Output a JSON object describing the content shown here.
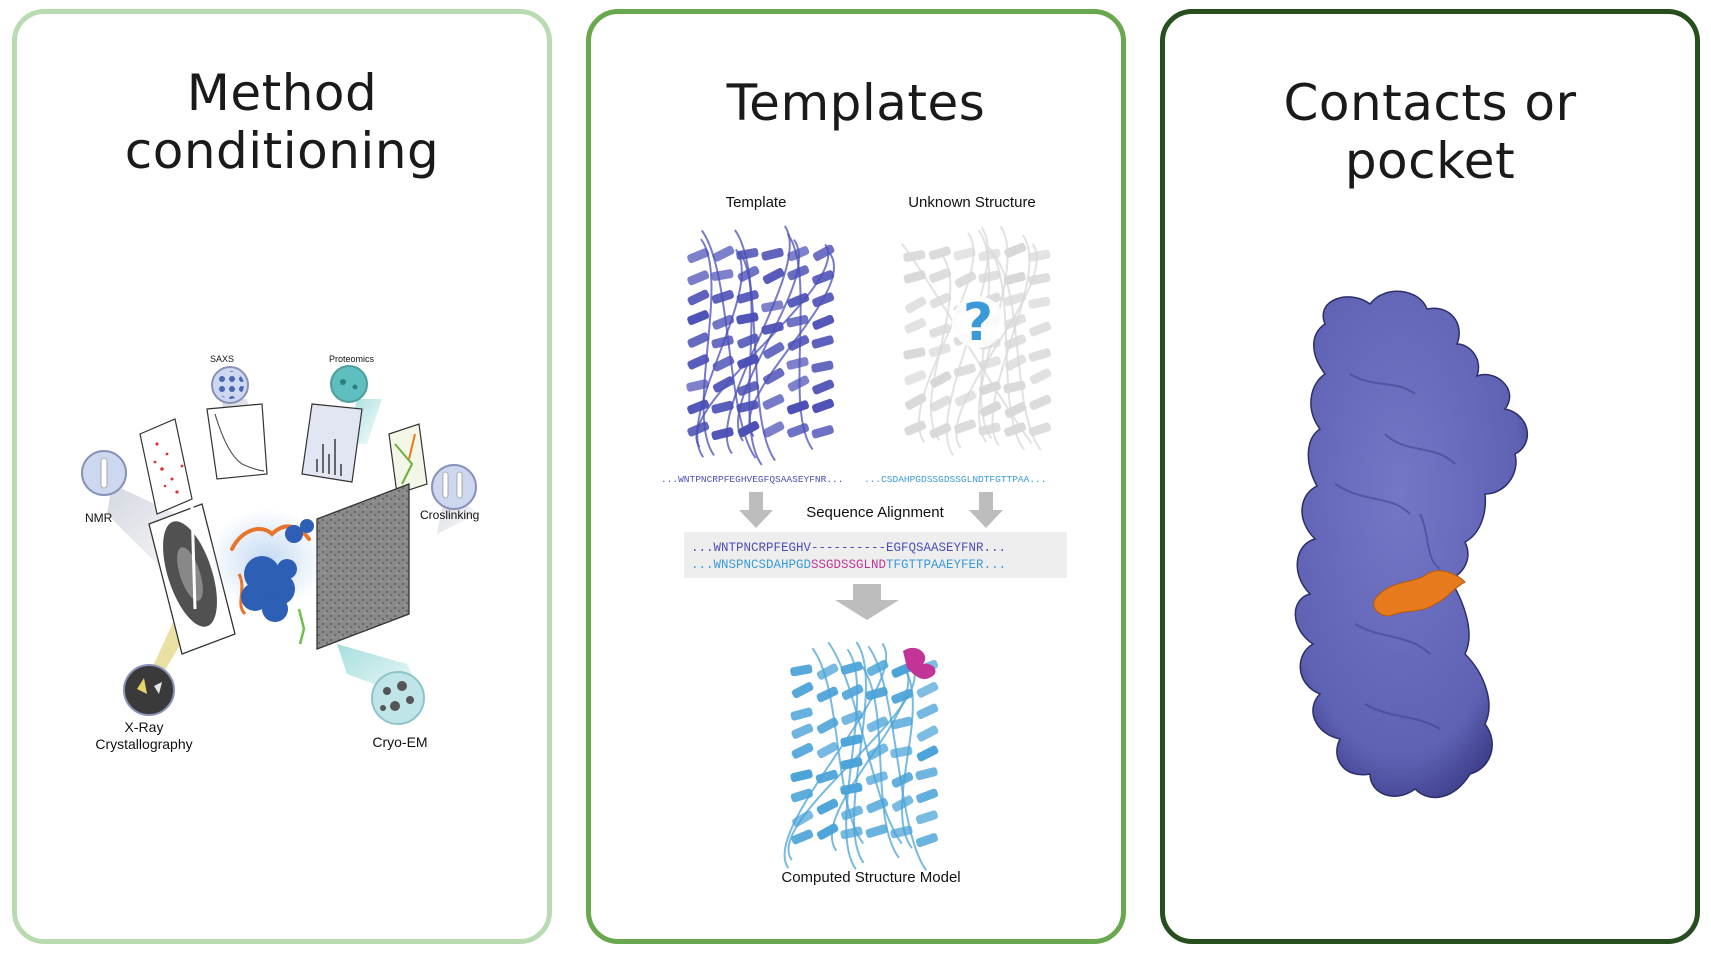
{
  "colors": {
    "panel1_border": "#b9dbb1",
    "panel2_border": "#6aa84f",
    "panel3_border": "#274e1f",
    "template_protein": "#4b4fb5",
    "unknown_protein": "#d8d8d8",
    "question_mark": "#3a9ad9",
    "model_protein": "#4ba3d8",
    "insert_magenta": "#c23596",
    "surface_protein": "#6466b8",
    "pocket_orange": "#e87a1e",
    "alignment_box": "#eeeeee",
    "arrow_gray": "#bdbdbd"
  },
  "panels": [
    {
      "title_lines": [
        "Method",
        "conditioning"
      ],
      "methods": {
        "saxs": "SAXS",
        "proteomics": "Proteomics",
        "nmr": "NMR",
        "crosslinking": "Croslinking",
        "xray_line1": "X-Ray",
        "xray_line2": "Crystallography",
        "cryoem": "Cryo-EM"
      },
      "icons": [
        "saxs-icon",
        "proteomics-icon",
        "nmr-icon",
        "crosslinking-icon",
        "xray-crystal-icon",
        "cryoem-icon"
      ]
    },
    {
      "title_lines": [
        "Templates"
      ],
      "template_label": "Template",
      "unknown_label": "Unknown Structure",
      "question_mark": "?",
      "template_seq": "...WNTPNCRPFEGHVEGFQSAASEYFNR...",
      "unknown_seq": "...CSDAHPGDSSGDSSGLNDTFGTTPAA...",
      "alignment_label": "Sequence Alignment",
      "align_row1": "...WNTPNCRPFEGHV----------EGFQSAASEYFNR...",
      "align_row2_pre": "...WNSPNCSDAHPGD",
      "align_row2_insert": "SSGDSSGLND",
      "align_row2_post": "TFGTTPAAEYFER...",
      "model_label": "Computed Structure Model"
    },
    {
      "title_lines": [
        "Contacts or",
        "pocket"
      ]
    }
  ]
}
